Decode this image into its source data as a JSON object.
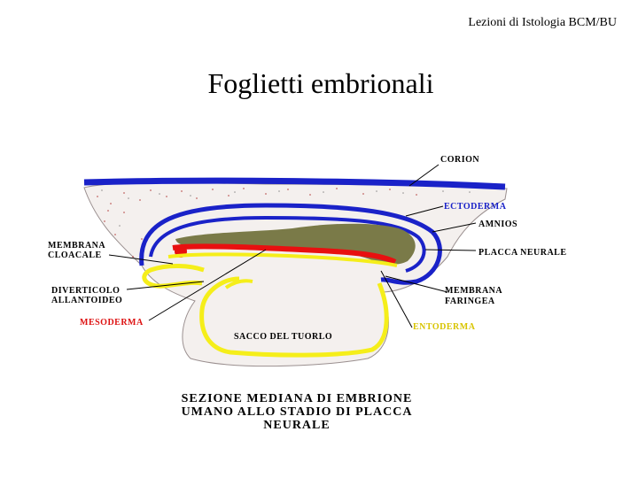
{
  "slide": {
    "header": "Lezioni di Istologia BCM/BU",
    "title": "Foglietti embrionali"
  },
  "diagram": {
    "labels": {
      "corion": "CORION",
      "ectoderma": "ECTODERMA",
      "amnios": "AMNIOS",
      "placca_neurale": "PLACCA NEURALE",
      "membrana_faringea_1": "MEMBRANA",
      "membrana_faringea_2": "FARINGEA",
      "entoderma": "ENTODERMA",
      "sacco_tuorlo": "SACCO DEL TUORLO",
      "mesoderma": "MESODERMA",
      "diverticolo_1": "DIVERTICOLO",
      "diverticolo_2": "ALLANTOIDEO",
      "membrana_cloacale_1": "MEMBRANA",
      "membrana_cloacale_2": "CLOACALE"
    },
    "caption": [
      "SEZIONE MEDIANA DI EMBRIONE",
      "UMANO ALLO STADIO DI PLACCA",
      "NEURALE"
    ],
    "colors": {
      "ectoderm": "#1a22c8",
      "mesoderm": "#e81010",
      "endoderm": "#f5ee1a",
      "neural_plate": "#7a7a48",
      "mesoderm_label": "#dd1111",
      "endoderm_label": "#d8c400"
    }
  }
}
